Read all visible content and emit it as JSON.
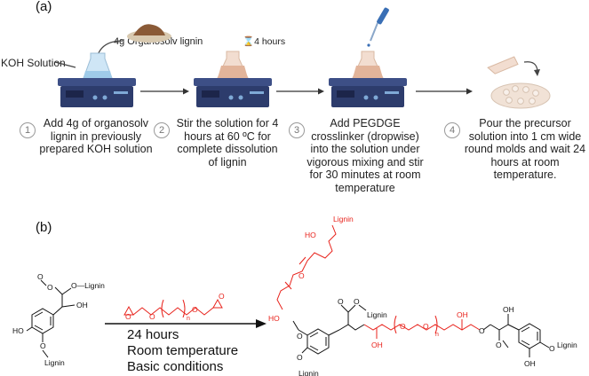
{
  "panel_a": {
    "label": "(a)",
    "koh_label": "KOH Solution",
    "lignin_label": "4g Organosolv lignin",
    "timer_label": "4 hours",
    "steps": [
      {
        "num": "1",
        "text": "Add 4g of organosolv lignin in previously prepared KOH solution"
      },
      {
        "num": "2",
        "text": "Stir the solution for 4 hours at 60 ºC for complete dissolution of lignin"
      },
      {
        "num": "3",
        "text": "Add PEGDGE crosslinker (dropwise) into the solution under vigorous mixing and stir for 30 minutes at room temperature"
      },
      {
        "num": "4",
        "text": "Pour the precursor solution into 1 cm wide round molds and wait 24 hours at room temperature."
      }
    ]
  },
  "panel_b": {
    "label": "(b)",
    "conditions": [
      "24 hours",
      "Room temperature",
      "Basic conditions"
    ],
    "atoms": {
      "lignin": "Lignin",
      "o_lignin": "O—Lignin",
      "oh": "OH",
      "ho": "HO",
      "o": "O",
      "n": "n"
    },
    "colors": {
      "crosslinker": "#e8231c",
      "lignin_struct": "#111111"
    }
  }
}
